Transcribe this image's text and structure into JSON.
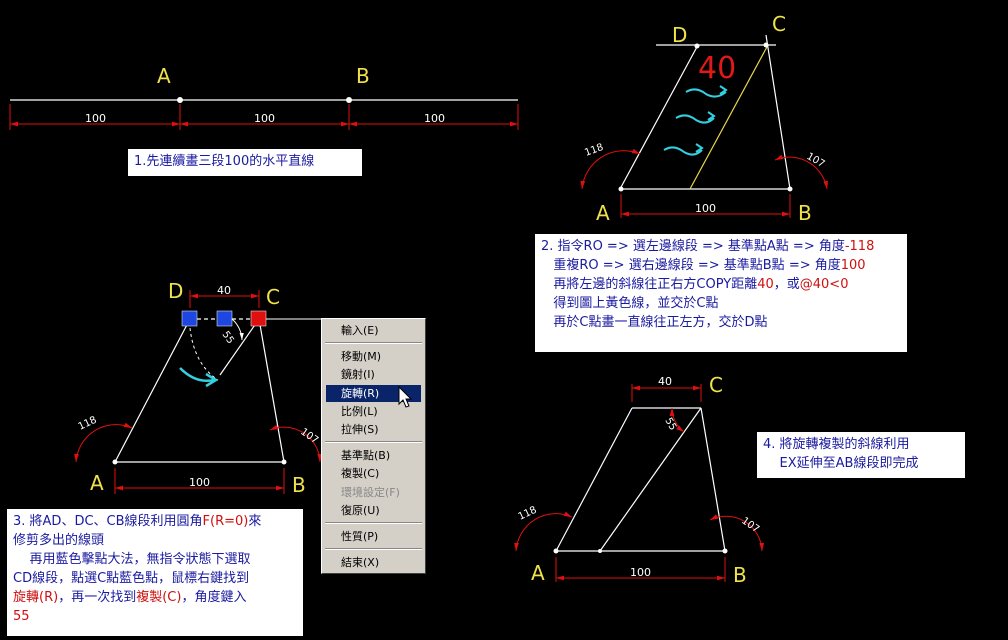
{
  "points": {
    "a": "A",
    "b": "B",
    "c": "C",
    "d": "D"
  },
  "dims": {
    "d100": "100",
    "d40": "40",
    "ang118": "118",
    "ang107": "107",
    "ang55": "55"
  },
  "handwriting": {
    "forty": "40"
  },
  "notes": {
    "n1": "1.先連續畫三段100的水平直線",
    "n2": {
      "l1a": "2. 指令RO => 選左邊線段 => 基準點A點 => 角度",
      "l1b": "-118",
      "l2a": "   重複RO => 選右邊線段 => 基準點B點 => 角度",
      "l2b": "100",
      "l3a": "   再將左邊的斜線往正右方COPY距離",
      "l3b": "40",
      "l3c": "，或",
      "l3d": "@40<0",
      "l4": "   得到圖上黃色線，並交於C點",
      "l5": "   再於C點畫一直線往正左方，交於D點"
    },
    "n3": {
      "l1a": "3. 將AD、DC、CB線段利用圓角",
      "l1b": "F(R=0)",
      "l1c": "來",
      "l2": "修剪多出的線頭",
      "l3": "    再用藍色擊點大法，無指令狀態下選取",
      "l4": "CD線段，點選C點藍色點，鼠標右鍵找到",
      "l5a": "旋轉(R)",
      "l5b": "，再一次找到",
      "l5c": "複製(C)",
      "l5d": "，角度鍵入",
      "l6": "55"
    },
    "n4": {
      "l1": "4. 將旋轉複製的斜線利用",
      "l2": "    EX延伸至AB線段即完成"
    }
  },
  "menu": {
    "input": "輸入(E)",
    "move": "移動(M)",
    "mirror": "鏡射(I)",
    "rotate": "旋轉(R)",
    "scale": "比例(L)",
    "stretch": "拉伸(S)",
    "basepoint": "基準點(B)",
    "copy": "複製(C)",
    "env": "環境設定(F)",
    "undo": "復原(U)",
    "props": "性質(P)",
    "end": "結束(X)"
  },
  "colors": {
    "dim_red": "#e01010",
    "label_yellow": "#f0e24a",
    "note_blue": "#1a1aa0",
    "grip_blue": "#1e46e0",
    "grip_red": "#e01010",
    "menu_hl": "#0a246a",
    "cyan_arrow": "#35d0e0"
  }
}
